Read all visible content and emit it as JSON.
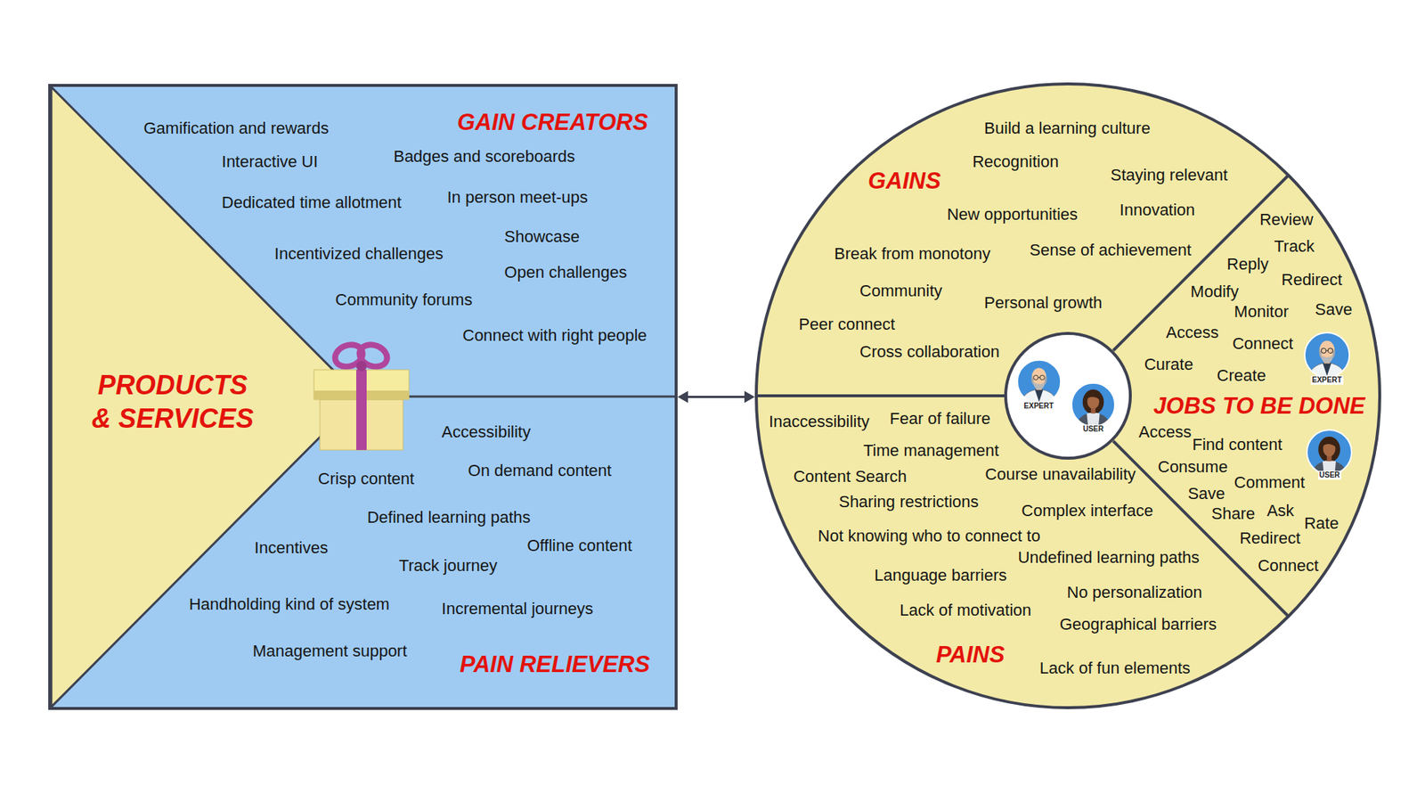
{
  "diagram": {
    "nodes": [
      {
        "text": [
          "GAIN CREATORS",
          "Gamification and rewards",
          "Interactive UI",
          "Badges and scoreboards",
          "Dedicated time allotment",
          "In person meet-ups",
          "Incentivized challenges",
          "Showcase",
          "Open challenges",
          "Community forums",
          "Connect with right people",
          "Accessibility",
          "Crisp content",
          "On demand content",
          "Defined learning paths",
          "Incentives",
          "Offline content",
          "Track journey",
          "Handholding kind of system",
          "Incremental journeys",
          "Management support",
          "PAIN RELIEVERS"
        ]
      },
      {
        "text": [
          "PRODUCTS & SERVICES"
        ],
        "in": 0
      },
      {
        "text": [
          "GAINS",
          "Build a learning culture",
          "Recognition",
          "Staying relevant",
          "New opportunities",
          "Innovation",
          "Break from monotony",
          "Sense of achievement",
          "Community",
          "Personal growth",
          "Peer connect",
          "Cross collaboration",
          "Review",
          "Track",
          "Reply",
          "Redirect",
          "Modify",
          "Monitor",
          "Save",
          "Access",
          "Connect",
          "Curate",
          "Create",
          "JOBS TO BE DONE",
          "Access",
          "Find content",
          "Consume",
          "Comment",
          "Save",
          "Share",
          "Ask",
          "Rate",
          "Redirect",
          "Connect",
          "Inaccessibility",
          "Fear of failure",
          "Time management",
          "Content Search",
          "Course unavailability",
          "Sharing restrictions",
          "Complex interface",
          "Not knowing who to connect to",
          "Undefined learning paths",
          "Language barriers",
          "No personalization",
          "Lack of motivation",
          "Geographical barriers",
          "PAINS",
          "Lack of fun elements"
        ]
      },
      {
        "text": [
          "EXPERT",
          "USER"
        ],
        "in": 2
      }
    ],
    "edges": [
      {
        "from": 0,
        "to": 2,
        "arrow": "both"
      }
    ],
    "labels": [
      "EXPERT",
      "USER"
    ]
  }
}
